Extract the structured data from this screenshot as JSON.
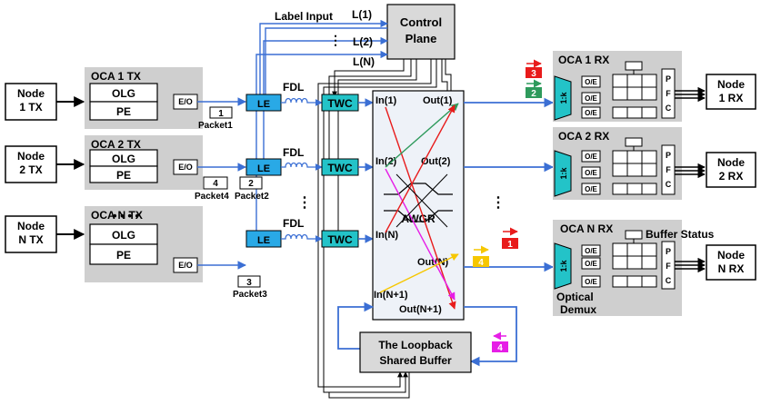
{
  "nodes_tx": [
    "Node 1 TX",
    "Node 2 TX",
    "Node N TX"
  ],
  "nodes_rx": [
    "Node 1 RX",
    "Node 2 RX",
    "Node N RX"
  ],
  "oca_tx": [
    "OCA 1 TX",
    "OCA 2 TX",
    "OCA N TX"
  ],
  "oca_rx": [
    "OCA 1 RX",
    "OCA 2 RX",
    "OCA N RX"
  ],
  "olg": "OLG",
  "pe": "PE",
  "eo": "E/O",
  "oe": "O/E",
  "le": "LE",
  "fdl": "FDL",
  "twc": "TWC",
  "pfc": [
    "P",
    "F",
    "C"
  ],
  "demux": "1:k",
  "dots": "• • • •",
  "vdots": "⋮",
  "label_input": "Label Input",
  "labels": [
    "L(1)",
    "L(2)",
    "L(N)"
  ],
  "control_plane": [
    "Control",
    "Plane"
  ],
  "awgr": "AWGR",
  "ins": [
    "In(1)",
    "In(2)",
    "In(N)",
    "In(N+1)"
  ],
  "outs": [
    "Out(1)",
    "Out(2)",
    "Out(N)",
    "Out(N+1)"
  ],
  "loopback": [
    "The Loopback",
    "Shared Buffer"
  ],
  "packets": [
    {
      "num": "1",
      "label": "Packet1"
    },
    {
      "num": "4",
      "label": "Packet4"
    },
    {
      "num": "2",
      "label": "Packet2"
    },
    {
      "num": "3",
      "label": "Packet3"
    }
  ],
  "badges": [
    {
      "num": "3",
      "color": "#e81b1b"
    },
    {
      "num": "2",
      "color": "#2e9a5c"
    },
    {
      "num": "1",
      "color": "#e81b1b"
    },
    {
      "num": "4",
      "color": "#f6c700"
    },
    {
      "num": "4",
      "color": "#e61ee6"
    }
  ],
  "buffer_status": "Buffer Status",
  "optical_demux": [
    "Optical",
    "Demux"
  ],
  "colors": {
    "blue": "#3b6fd4",
    "le_fill": "#29a9e6",
    "twc_fill": "#23c3c8",
    "gray_box": "#cfcfcf",
    "red": "#e81b1b",
    "green": "#2e9a5c",
    "magenta": "#e61ee6",
    "yellow": "#f6c700"
  }
}
